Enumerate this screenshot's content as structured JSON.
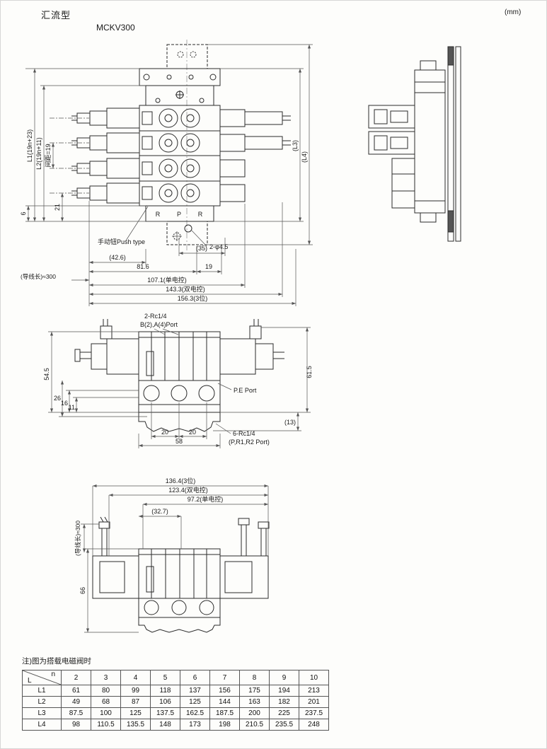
{
  "header": {
    "type_label": "汇流型",
    "model": "MCKV300",
    "unit": "(mm)"
  },
  "drawing_top": {
    "l1": "L1(19n+23)",
    "l2": "L2(19n+11)",
    "pitch": "间距=19",
    "d21": "21",
    "d6": "6",
    "l3": "(L3)",
    "l4": "(L4)",
    "push_label": "手动钮Push type",
    "d42_6": "(42.6)",
    "d81_6": "81.6",
    "d35": "(35)",
    "d19": "19",
    "hole": "2-φ4.5",
    "wire_len": "(导线长)≈300",
    "d107": "107.1(单电控)",
    "d143": "143.3(双电控)",
    "d156": "156.3(3位)",
    "port_r1": "R",
    "port_p": "P",
    "port_r2": "R"
  },
  "drawing_mid": {
    "rc2": "2-Rc1/4",
    "port_ba": "B(2),A(4)Port",
    "d54_5": "54.5",
    "d26": "26",
    "d16": "16",
    "d11": "11",
    "d61_5": "61.5",
    "pe_port": "P.E Port",
    "d13": "(13)",
    "d20a": "20",
    "d20b": "20",
    "d58": "58",
    "rc6": "6-Rc1/4",
    "port_pr": "(P,R1,R2 Port)"
  },
  "drawing_bottom": {
    "d136": "136.4(3位)",
    "d123": "123.4(双电控)",
    "d97": "97.2(单电控)",
    "d32_7": "(32.7)",
    "wire_len": "(导线长)≈300",
    "d66": "66"
  },
  "note": "注)图为搭载电磁阀时",
  "table": {
    "corner_n": "n",
    "corner_l": "L",
    "columns": [
      "2",
      "3",
      "4",
      "5",
      "6",
      "7",
      "8",
      "9",
      "10"
    ],
    "rows": [
      {
        "label": "L1",
        "values": [
          "61",
          "80",
          "99",
          "118",
          "137",
          "156",
          "175",
          "194",
          "213"
        ]
      },
      {
        "label": "L2",
        "values": [
          "49",
          "68",
          "87",
          "106",
          "125",
          "144",
          "163",
          "182",
          "201"
        ]
      },
      {
        "label": "L3",
        "values": [
          "87.5",
          "100",
          "125",
          "137.5",
          "162.5",
          "187.5",
          "200",
          "225",
          "237.5"
        ]
      },
      {
        "label": "L4",
        "values": [
          "98",
          "110.5",
          "135.5",
          "148",
          "173",
          "198",
          "210.5",
          "235.5",
          "248"
        ]
      }
    ]
  }
}
